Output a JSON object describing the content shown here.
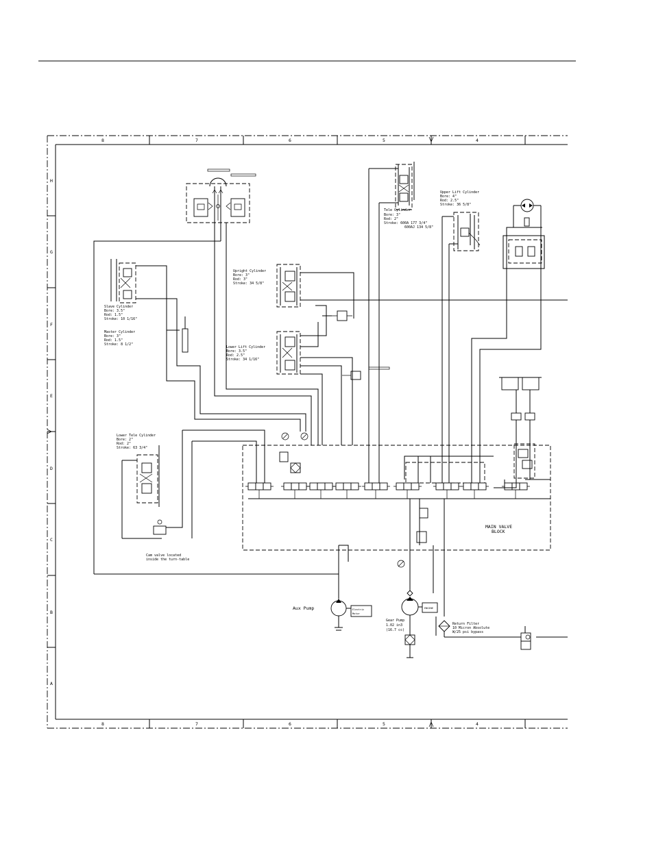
{
  "columns": [
    "8",
    "7",
    "6",
    "5",
    "4"
  ],
  "rows": [
    "H",
    "G",
    "F",
    "E",
    "D",
    "C",
    "B",
    "A"
  ],
  "labels": {
    "tele_cylinder": [
      "Tele Cylinder",
      "Bore: 3\"",
      "Rod: 2\"",
      "Stroke: 600A 177 3/4\"",
      "600AJ 134 5/8\""
    ],
    "upper_lift_cylinder": [
      "Upper Lift Cylinder",
      "Bore: 4\"",
      "Rod: 2.5\"",
      "Stroke: 36 5/8\""
    ],
    "upright_cylinder": [
      "Upright Cylinder",
      "Bore: 3\"",
      "Rod: 3\"",
      "Stroke: 34 5/8\""
    ],
    "slave_cylinder": [
      "Slave Cylinder",
      "Bore: 3.5\"",
      "Rod: 1.5\"",
      "Stroke: 10 1/16\""
    ],
    "master_cylinder": [
      "Master Cylinder",
      "Bore: 3\"",
      "Rod: 1.5\"",
      "Stroke: 8 1/2\""
    ],
    "lower_lift_cylinder": [
      "Lower Lift Cylinder",
      "Bore: 3.5\"",
      "Rod: 2.5\"",
      "Stroke: 34 1/16\""
    ],
    "lower_tele_cylinder": [
      "Lower Tele Cylinder",
      "Bore: 2\"",
      "Rod: 2\"",
      "Stroke: 63 3/4\""
    ],
    "main_valve_block": [
      "MAIN VALVE",
      "BLOCK"
    ],
    "cam_valve_note": [
      "Cam valve located",
      "inside the turn-table"
    ],
    "aux_pump": "Aux Pump",
    "electric_motor": [
      "Electric",
      "Motor"
    ],
    "gear_pump": [
      "Gear Pump",
      "1.02 in3",
      "(16.7 cc)"
    ],
    "engine": "ENGINE",
    "return_filter": [
      "Return Filter",
      "10 Micron Absolute",
      "W/25 psi bypass"
    ]
  }
}
